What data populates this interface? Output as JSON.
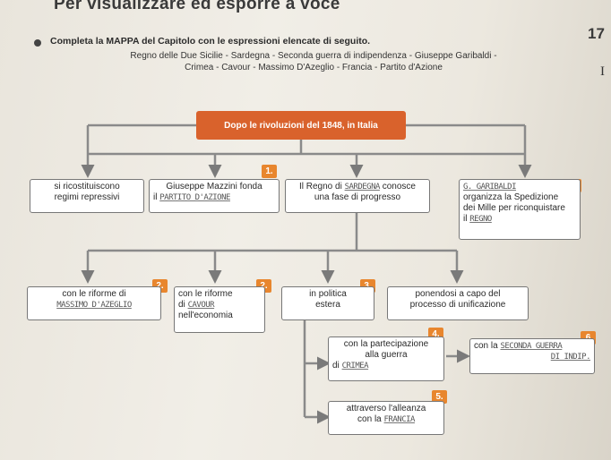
{
  "header": {
    "title": "Per visualizzare ed esporre a voce",
    "page_number": "17",
    "roman": "I"
  },
  "instruction": "Completa la MAPPA del Capitolo con le espressioni elencate di seguito.",
  "word_list": {
    "line1": "Regno delle Due Sicilie - Sardegna - Seconda guerra di indipendenza - Giuseppe Garibaldi -",
    "line2": "Crimea - Cavour - Massimo D'Azeglio - Francia - Partito d'Azione"
  },
  "map": {
    "title": "Dopo le rivoluzioni del 1848, in Italia",
    "box_regimi": {
      "line1": "si ricostituiscono",
      "line2": "regimi repressivi"
    },
    "box_mazzini": {
      "line1": "Giuseppe Mazzini fonda",
      "prefix": "il",
      "answer": "PARTITO D'AZIONE"
    },
    "box_regno": {
      "prefix": "Il Regno di",
      "answer": "SARDEGNA",
      "suffix": "conosce",
      "line2": "una fase di progresso"
    },
    "box_garibaldi": {
      "answer": "G. GARIBALDI",
      "line1": "organizza la Spedizione",
      "line2": "dei Mille per riconquistare",
      "prefix": "il",
      "answer2": "REGNO"
    },
    "box_riforme_di": {
      "line1": "con le riforme di",
      "answer": "MASSIMO D'AZEGLIO"
    },
    "box_riforme_economia": {
      "line1": "con le riforme",
      "prefix": "di",
      "answer": "CAVOUR",
      "line3": "nell'economia"
    },
    "box_politica": {
      "line1": "in politica",
      "line2": "estera"
    },
    "box_unificazione": {
      "line1": "ponendosi a capo del",
      "line2": "processo di unificazione"
    },
    "box_partecipazione": {
      "line1": "con la partecipazione",
      "line2": "alla guerra",
      "prefix": "di",
      "answer": "CRIMEA"
    },
    "box_con_la": {
      "prefix": "con la",
      "answer": "SECONDA GUERRA",
      "answer2": "DI INDIP."
    },
    "box_alleanza": {
      "line1": "attraverso l'alleanza",
      "prefix": "con la",
      "answer": "FRANCIA"
    },
    "numbers": [
      "1.",
      "2.",
      "2.",
      "3.",
      "4.",
      "5.",
      "6"
    ]
  },
  "colors": {
    "accent": "#d9622c",
    "number_badge": "#e8862e",
    "box_border": "#777777"
  }
}
